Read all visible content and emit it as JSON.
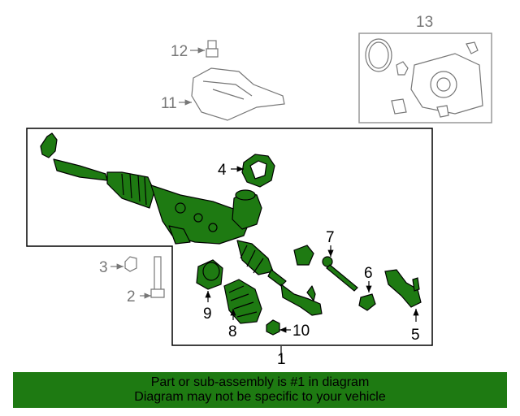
{
  "callouts": {
    "c1": "1",
    "c2": "2",
    "c3": "3",
    "c4": "4",
    "c5": "5",
    "c6": "6",
    "c7": "7",
    "c8": "8",
    "c9": "9",
    "c10": "10",
    "c11": "11",
    "c12": "12",
    "c13": "13"
  },
  "banner": {
    "line1": "Part or sub-assembly is #1 in diagram",
    "line2": "Diagram may not be specific to your vehicle"
  },
  "colors": {
    "highlight_part": "#1e7a12",
    "outline": "#000000",
    "gray_part": "#777777",
    "banner": "#1e7a12"
  }
}
